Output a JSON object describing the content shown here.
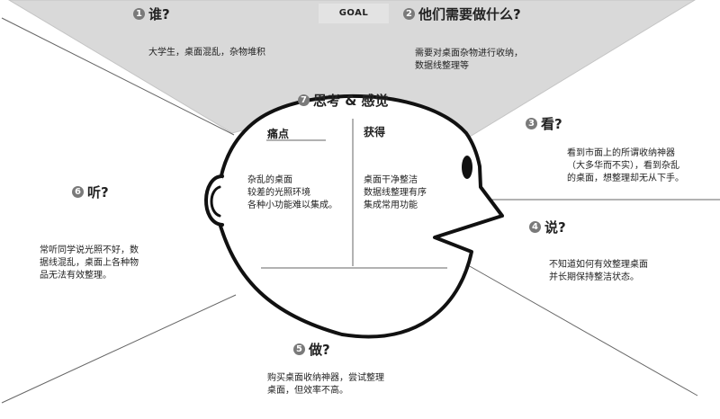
{
  "goal": {
    "label": "GOAL"
  },
  "sections": {
    "who": {
      "number": "1",
      "title": "谁?",
      "text": "大学生，桌面混乱，杂物堆积"
    },
    "need": {
      "number": "2",
      "title": "他们需要做什么?",
      "text": "需要对桌面杂物进行收纳，\n数据线整理等"
    },
    "see": {
      "number": "3",
      "title": "看?",
      "text": "看到市面上的所谓收纳神器\n（大多华而不实），看到杂乱\n的桌面，想整理却无从下手。"
    },
    "say": {
      "number": "4",
      "title": "说?",
      "text": "不知道如何有效整理桌面\n并长期保持整洁状态。"
    },
    "do": {
      "number": "5",
      "title": "做?",
      "text": "购买桌面收纳神器，尝试整理\n桌面，但效率不高。"
    },
    "hear": {
      "number": "6",
      "title": "听?",
      "text": "常听同学说光照不好，数\n据线混乱，桌面上各种物\n品无法有效整理。"
    },
    "think": {
      "number": "7",
      "title": "思考 & 感觉",
      "pain": {
        "title": "痛点",
        "text": "杂乱的桌面\n较差的光照环境\n各种小功能难以集成。"
      },
      "gain": {
        "title": "获得",
        "text": "桌面干净整洁\n数据线整理有序\n集成常用功能"
      }
    }
  },
  "colors": {
    "panel_fill": "#d9d9d9",
    "outline": "#111111",
    "divider": "#666666",
    "badge": "#7a7a7a"
  }
}
